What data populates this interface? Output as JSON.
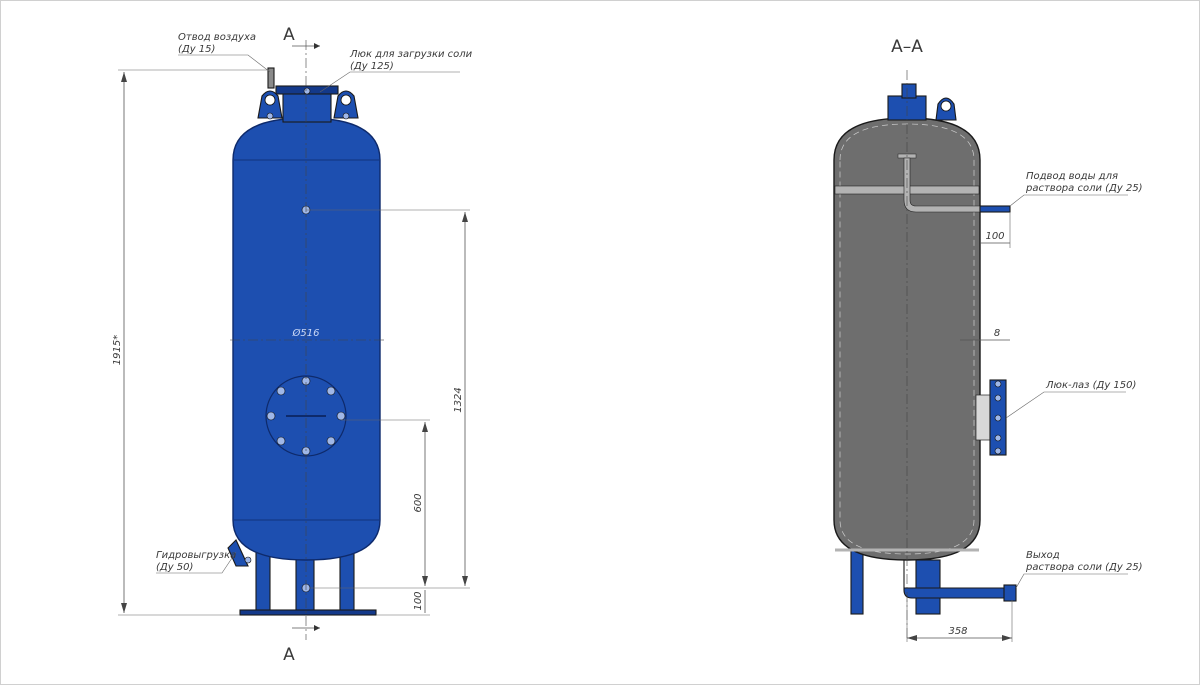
{
  "colors": {
    "tank_blue": "#1d4fb0",
    "tank_blue_dark": "#13398a",
    "section_gray": "#6e6e6e",
    "section_band": "#b3b3b3"
  },
  "left_view": {
    "section_mark_top": "A",
    "section_mark_bottom": "A",
    "callouts": {
      "air_vent_1": "Отвод воздуха",
      "air_vent_2": "(Ду 15)",
      "salt_hatch_1": "Люк для загрузки соли",
      "salt_hatch_2": "(Ду 125)",
      "hydro_unload_1": "Гидровыгрузка",
      "hydro_unload_2": "(Ду 50)"
    },
    "dimensions": {
      "total_height": "1915*",
      "diameter": "Ø516",
      "d1324": "1324",
      "d600": "600",
      "d100": "100"
    }
  },
  "right_view": {
    "title": "А–А",
    "callouts": {
      "water_in_1": "Подвод воды для",
      "water_in_2": "раствора соли (Ду 25)",
      "manhole": "Люк-лаз (Ду 150)",
      "brine_out_1": "Выход",
      "brine_out_2": "раствора соли (Ду 25)"
    },
    "dimensions": {
      "d100": "100",
      "wall": "8",
      "d358": "358"
    }
  }
}
